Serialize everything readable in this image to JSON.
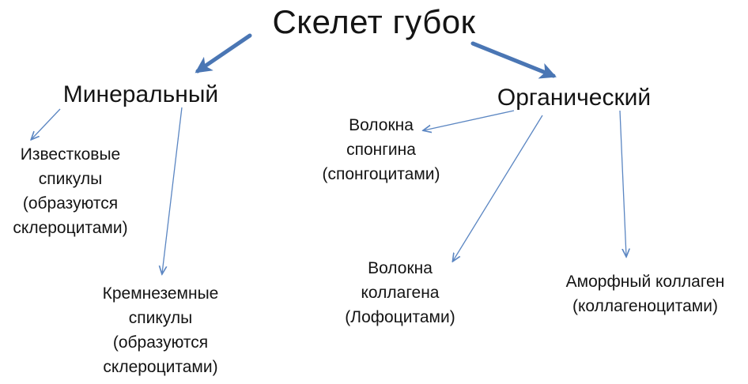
{
  "diagram": {
    "title": "Скелет губок",
    "mineral": {
      "label": "Минеральный",
      "children": [
        "Известковые\nспикулы\n(образуются\nсклероцитами)",
        "Кремнеземные\nспикулы\n(образуются\nсклероцитами)"
      ]
    },
    "organic": {
      "label": "Органический",
      "children": [
        "Волокна\nспонгина\n(спонгоцитами)",
        "Волокна\nколлагена\n(Лофоцитами)",
        "Аморфный коллаген\n(коллагеноцитами)"
      ]
    },
    "colors": {
      "thick_arrow": "#4a76b4",
      "thin_arrow": "#5b86c2",
      "text": "#141414"
    }
  }
}
